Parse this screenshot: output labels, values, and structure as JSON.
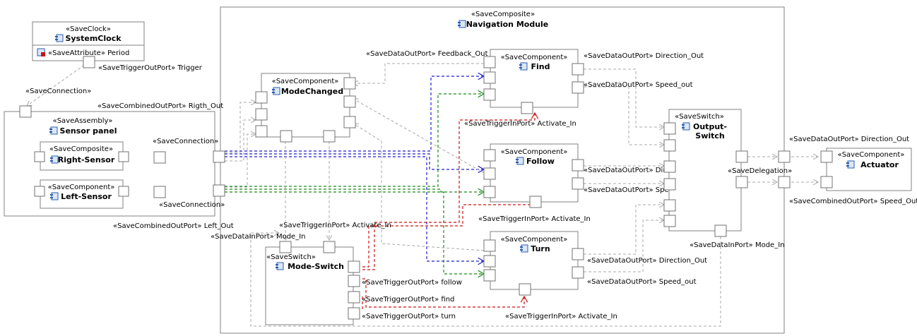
{
  "clock": {
    "stereo": "«SaveClock»",
    "name": "SystemClock",
    "attr": "«SaveAttribute» Period",
    "trigger": "«SaveTriggerOutPort» Trigger"
  },
  "connection_top": "«SaveConnection»",
  "sensor_panel": {
    "stereo": "«SaveAssembly»",
    "name": "Sensor panel",
    "rigth_out": "«SaveCombinedOutPort» Rigth_Out",
    "left_out": "«SaveCombinedOutPort» Left_Out"
  },
  "right_sensor": {
    "stereo": "«SaveComposite»",
    "name": "Right-Sensor"
  },
  "left_sensor": {
    "stereo": "«SaveComponent»",
    "name": "Left-Sensor"
  },
  "conn_mid_top": "«SaveConnection»",
  "conn_mid_bot": "«SaveConnection»",
  "nav": {
    "stereo": "«SaveComposite»",
    "name": "Navigation Module"
  },
  "mode_changed": {
    "stereo": "«SaveComponent»",
    "name": "ModeChanged"
  },
  "mode_switch": {
    "stereo": "«SaveSwitch»",
    "name": "Mode-Switch",
    "mode_in": "«SaveDataInPort» Mode_In",
    "activate_in": "«SaveTriggerInPort» Activate_In",
    "follow": "«SaveTriggerOutPort» follow",
    "find": "«SaveTriggerOutPort» find",
    "turn": "«SaveTriggerOutPort» turn"
  },
  "find": {
    "stereo": "«SaveComponent»",
    "name": "Find",
    "feedback": "«SaveDataOutPort» Feedback_Out",
    "direction": "«SaveDataOutPort» Direction_Out",
    "speed": "«SaveDataOutPort» Speed_out",
    "activate": "«SaveTriggerInPort» Activate_In"
  },
  "follow": {
    "stereo": "«SaveComponent»",
    "name": "Follow",
    "direction": "«SaveDataOutPort» Dire",
    "speed": "«SaveDataOutPort» Spee",
    "activate": "«SaveTriggerInPort» Activate_In"
  },
  "turn": {
    "stereo": "«SaveComponent»",
    "name": "Turn",
    "direction": "«SaveDataOutPort» Direction_Out",
    "speed": "«SaveDataOutPort» Speed_out",
    "activate": "«SaveTriggerInPort» Activate_In"
  },
  "output_switch": {
    "stereo": "«SaveSwitch»",
    "name1": "Output-",
    "name2": "Switch",
    "mode_in": "«SaveDataInPort» Mode_In"
  },
  "delegation": "«SaveDelegation»",
  "actuator": {
    "stereo": "«SaveComponent»",
    "name": "Actuator",
    "direction": "«SaveDataOutPort» Direction_Out",
    "speed": "«SaveCombinedOutPort» Speed_Out"
  }
}
